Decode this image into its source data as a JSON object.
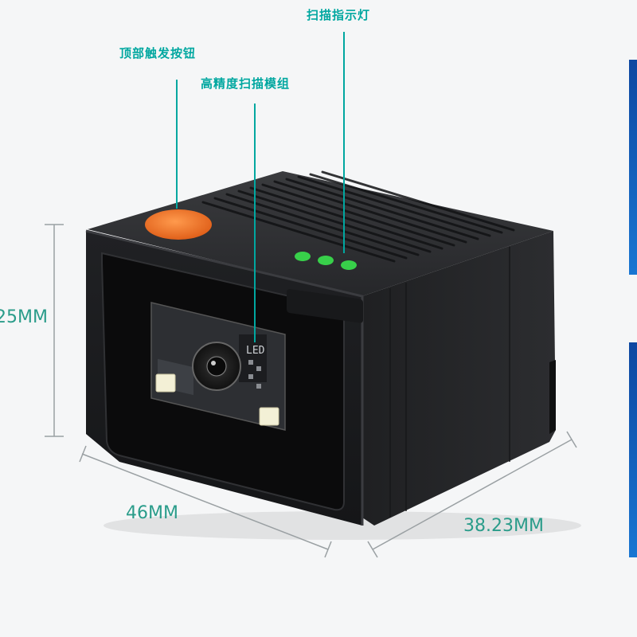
{
  "callouts": {
    "trigger_button": "顶部触发按钮",
    "scan_module": "高精度扫描模组",
    "indicator": "扫描指示灯"
  },
  "module_marking": "LED",
  "dimensions": {
    "height": "25MM",
    "width": "46MM",
    "depth": "38.23MM"
  },
  "colors": {
    "callout": "#00a7a0",
    "dimension": "#2a9c8a",
    "body": "#1c1d1f",
    "button": "#f07a2c",
    "led": "#38d04a",
    "accent_blue": "#1565c0"
  }
}
